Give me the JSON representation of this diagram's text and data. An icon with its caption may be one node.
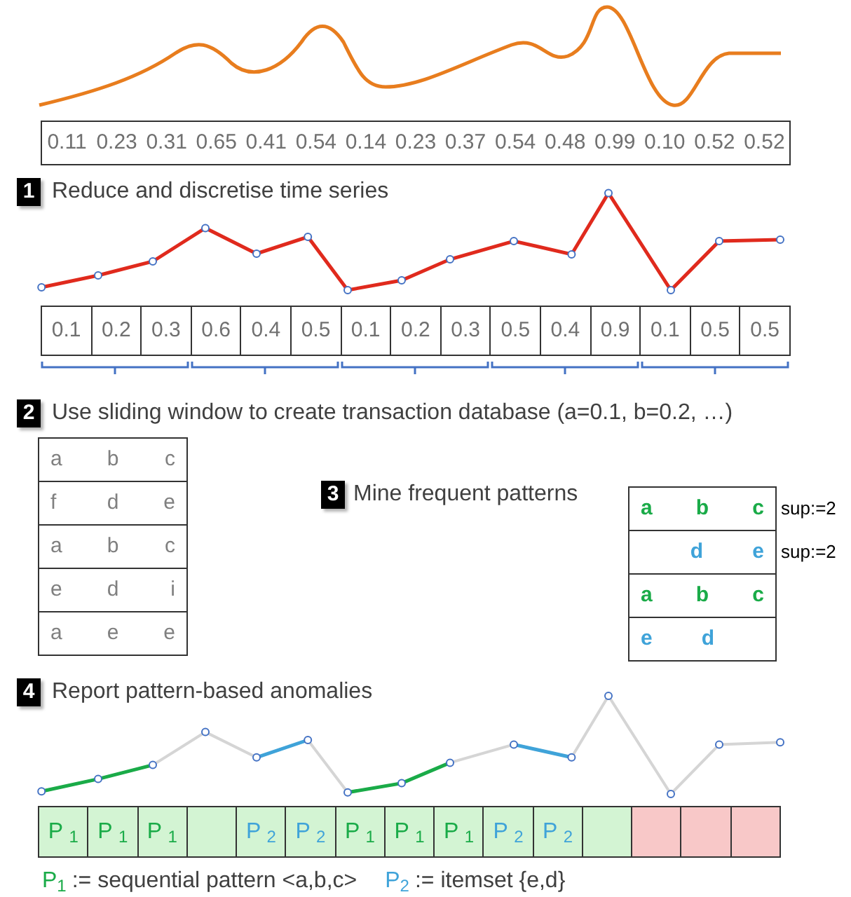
{
  "diagram": {
    "labels": [
      "0.11",
      "0.23",
      "0.31",
      "0.65",
      "0.41",
      "0.54",
      "0.14",
      "0.23",
      "0.37",
      "0.54",
      "0.48",
      "0.99",
      "0.10",
      "0.52",
      "0.52",
      "1",
      "Reduce and discretise time series",
      "0.1",
      "0.2",
      "0.3",
      "0.6",
      "0.4",
      "0.5",
      "0.1",
      "0.2",
      "0.3",
      "0.5",
      "0.4",
      "0.9",
      "0.1",
      "0.5",
      "0.5",
      "2",
      "Use sliding window to create transaction database (a=0.1, b=0.2, …)",
      "a",
      "b",
      "c",
      "f",
      "d",
      "e",
      "a",
      "b",
      "c",
      "e",
      "d",
      "i",
      "a",
      "e",
      "e",
      "3",
      "Mine frequent patterns",
      "a",
      "b",
      "c",
      "sup:=2",
      "d",
      "e",
      "sup:=2",
      "a",
      "b",
      "c",
      "e",
      "d",
      "4",
      "Report pattern-based anomalies",
      "P $_{1}$",
      "P $_{1}$",
      "P $_{1}$",
      "P $_{2}$",
      "P $_{2}$",
      "P $_{1}$",
      "P $_{1}$",
      "P $_{1}$",
      "P $_{2}$",
      "P $_{2}$",
      "P$_{1}$",
      ":= sequential pattern <a,b,c>",
      "P$_{2}$",
      ":= itemset {e,d}"
    ]
  }
}
